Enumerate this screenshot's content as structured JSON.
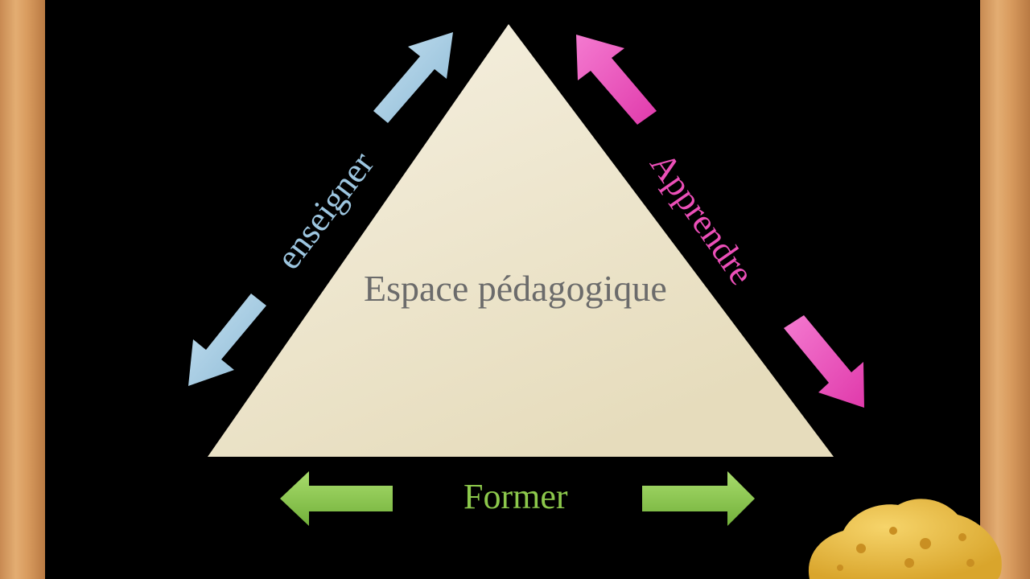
{
  "diagram": {
    "center_label": "Espace pédagogique",
    "left_label": "enseigner",
    "right_label": "Apprendre",
    "bottom_label": "Former"
  },
  "colors": {
    "triangle_fill": "#efe7cf",
    "center_text": "#6b6b6b",
    "enseigner": "#9dc6e0",
    "apprendre": "#ec4fb8",
    "former": "#8cc84b",
    "board": "#000000",
    "frame": "#d99c5f",
    "sponge": "#e8b93a"
  }
}
